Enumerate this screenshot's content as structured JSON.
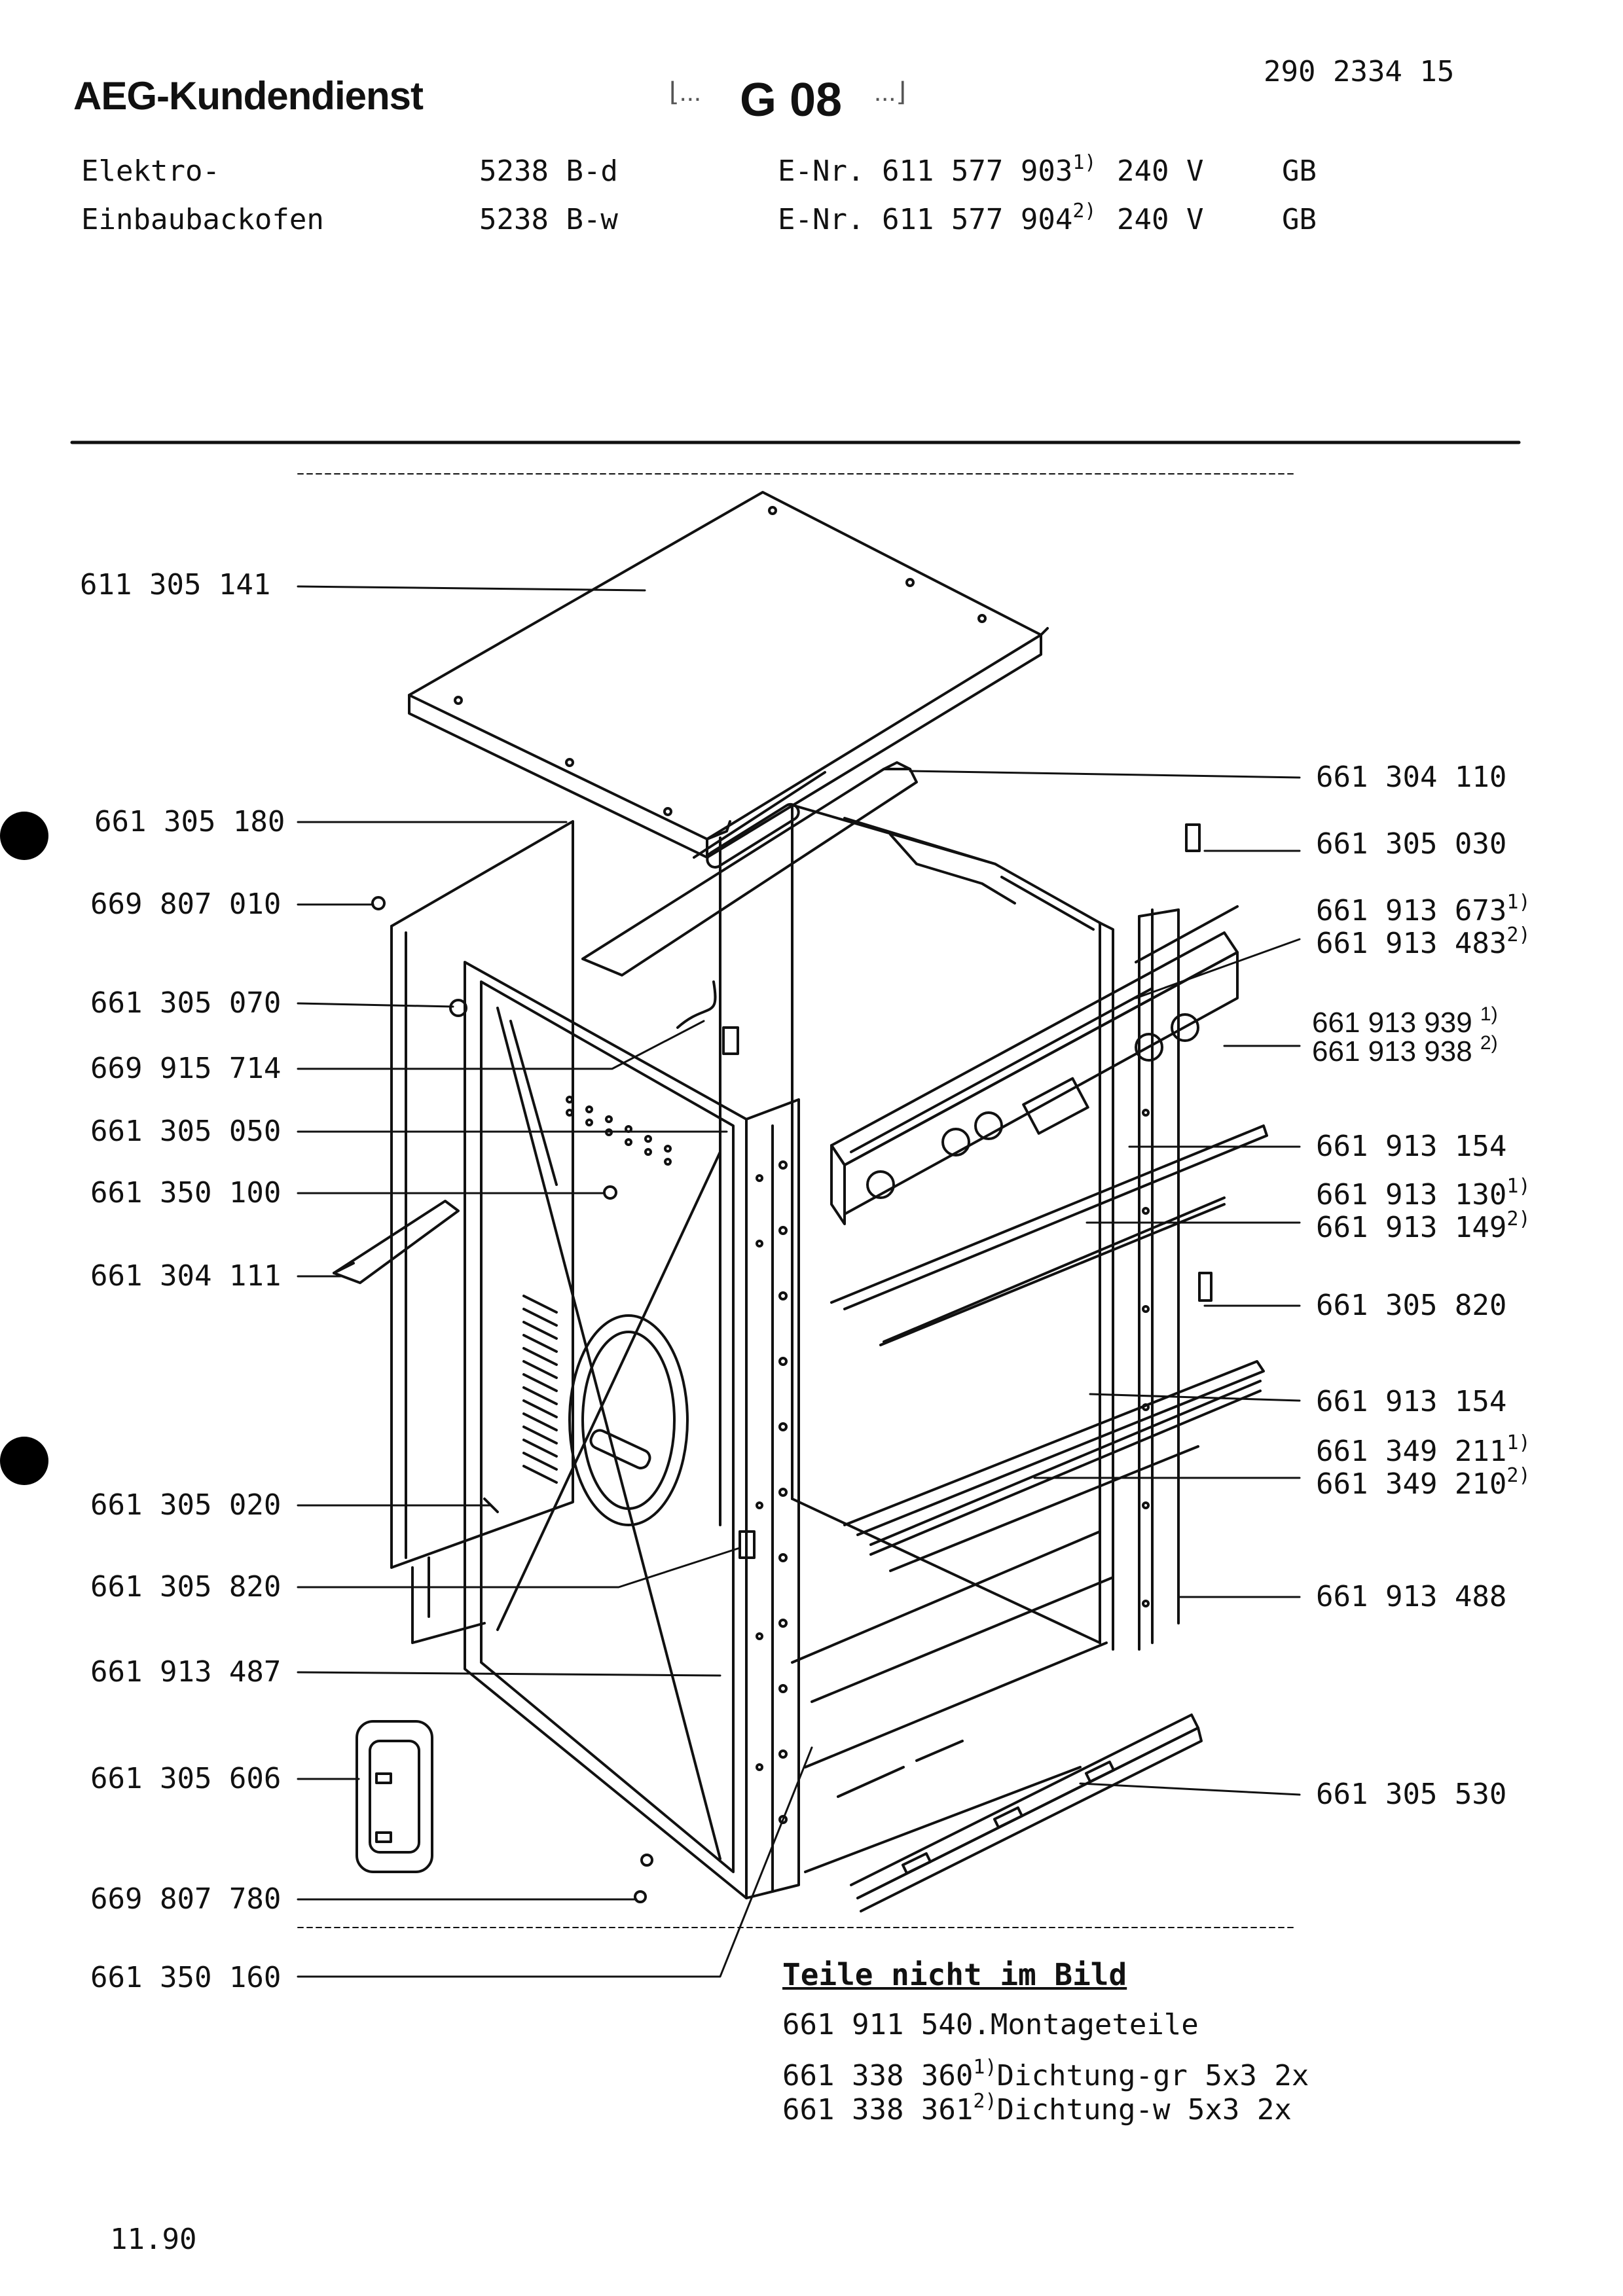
{
  "header": {
    "brand": "AEG-Kundendienst",
    "group_code": "G 08",
    "doc_number": "290 2334 15"
  },
  "product": {
    "line1": "Elektro-",
    "line2": "Einbaubackofen",
    "models": [
      {
        "model": "5238 B-d",
        "enr": "E-Nr. 611 577 903",
        "ref": "1)",
        "voltage": "240 V",
        "country": "GB"
      },
      {
        "model": "5238 B-w",
        "enr": "E-Nr. 611 577 904",
        "ref": "2)",
        "voltage": "240 V",
        "country": "GB"
      }
    ]
  },
  "parts_left": [
    {
      "number": "611 305 141"
    },
    {
      "number": "661 305 180"
    },
    {
      "number": "669 807 010"
    },
    {
      "number": "661 305 070"
    },
    {
      "number": "669 915 714"
    },
    {
      "number": "661 305 050"
    },
    {
      "number": "661 350 100"
    },
    {
      "number": "661 304 111"
    },
    {
      "number": "661 305 020"
    },
    {
      "number": "661 305 820"
    },
    {
      "number": "661 913 487"
    },
    {
      "number": "661 305 606"
    },
    {
      "number": "669 807 780"
    },
    {
      "number": "661 350 160"
    }
  ],
  "parts_right": [
    {
      "number": "661 304 110"
    },
    {
      "number": "661 305 030"
    },
    {
      "number": "661 913 673",
      "ref": "1)"
    },
    {
      "number": "661 913 483",
      "ref": "2)"
    },
    {
      "number": "661 913 939",
      "ref": "1)"
    },
    {
      "number": "661 913 938",
      "ref": "2)"
    },
    {
      "number": "661 913 154"
    },
    {
      "number": "661 913 130",
      "ref": "1)"
    },
    {
      "number": "661 913 149",
      "ref": "2)"
    },
    {
      "number": "661 305 820"
    },
    {
      "number": "661 913 154"
    },
    {
      "number": "661 349 211",
      "ref": "1)"
    },
    {
      "number": "661 349 210",
      "ref": "2)"
    },
    {
      "number": "661 913 488"
    },
    {
      "number": "661 305 530"
    }
  ],
  "not_shown": {
    "title": "Teile nicht im Bild",
    "items": [
      {
        "number": "661 911 540",
        "desc": "Montageteile"
      },
      {
        "number": "661 338 360",
        "ref": "1)",
        "desc": "Dichtung-gr 5x3 2x"
      },
      {
        "number": "661 338 361",
        "ref": "2)",
        "desc": "Dichtung-w  5x3 2x"
      }
    ]
  },
  "footer": {
    "date": "11.90"
  }
}
